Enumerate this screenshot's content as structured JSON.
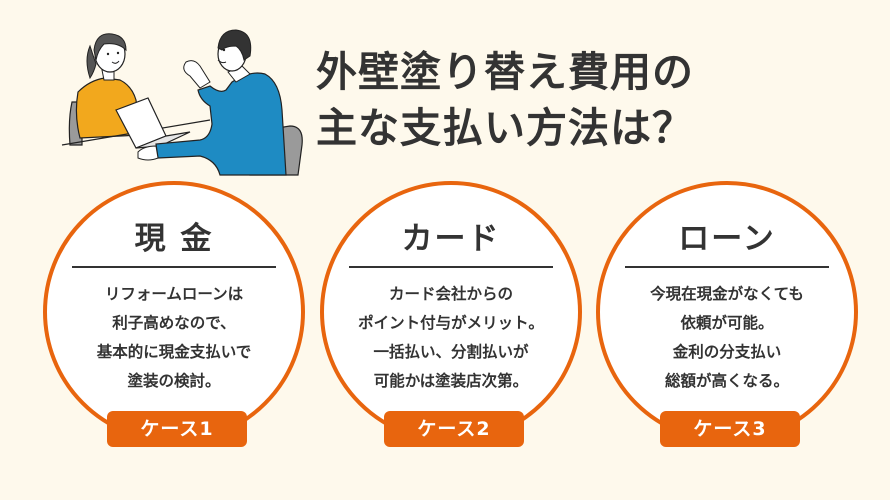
{
  "title": {
    "line1": "外壁塗り替え費用の",
    "line2": "主な支払い方法は？"
  },
  "illustration": {
    "description": "consultation-scene-woman-and-salesman-with-laptop",
    "colors": {
      "woman_sweater": "#F2A81D",
      "man_suit": "#1E8BC3",
      "chair": "#9A9A9A",
      "outline": "#222222"
    }
  },
  "theme": {
    "background": "#FEF9EC",
    "accent": "#E8650E",
    "text": "#333333",
    "circle_fill": "#FFFFFF"
  },
  "cards": [
    {
      "heading": "現 金",
      "lines": [
        "リフォームローンは",
        "利子高めなので、",
        "基本的に現金支払いで",
        "塗装の検討。"
      ],
      "badge": "ケース1"
    },
    {
      "heading": "カード",
      "lines": [
        "カード会社からの",
        "ポイント付与がメリット。",
        "一括払い、分割払いが",
        "可能かは塗装店次第。"
      ],
      "badge": "ケース2"
    },
    {
      "heading": "ローン",
      "lines": [
        "今現在現金がなくても",
        "依頼が可能。",
        "金利の分支払い",
        "総額が高くなる。"
      ],
      "badge": "ケース3"
    }
  ]
}
